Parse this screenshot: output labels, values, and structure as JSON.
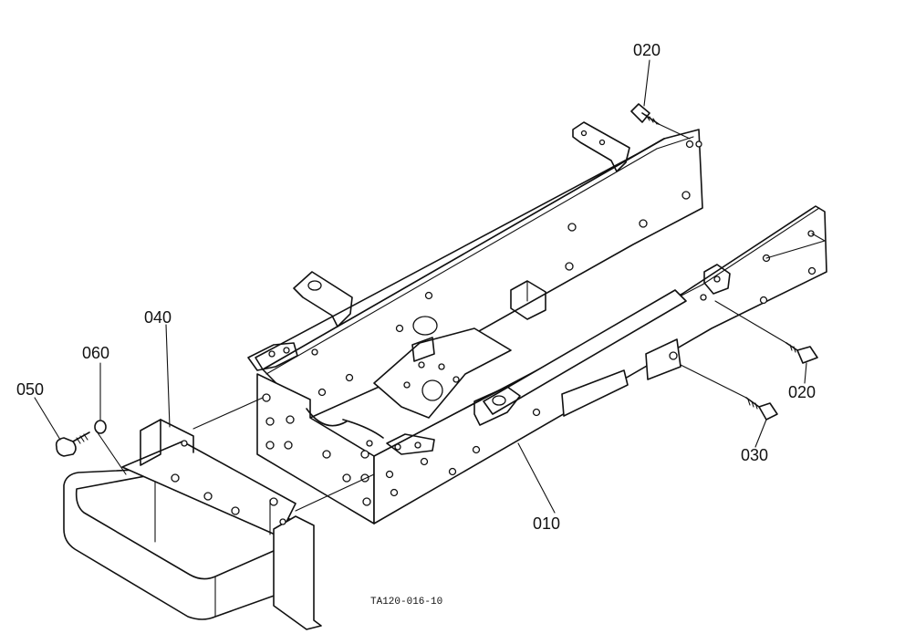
{
  "diagram": {
    "callouts": {
      "c020_top": "020",
      "c020_right": "020",
      "c030": "030",
      "c010": "010",
      "c040": "040",
      "c060": "060",
      "c050": "050"
    },
    "drawing_code": "TA120-016-10"
  }
}
